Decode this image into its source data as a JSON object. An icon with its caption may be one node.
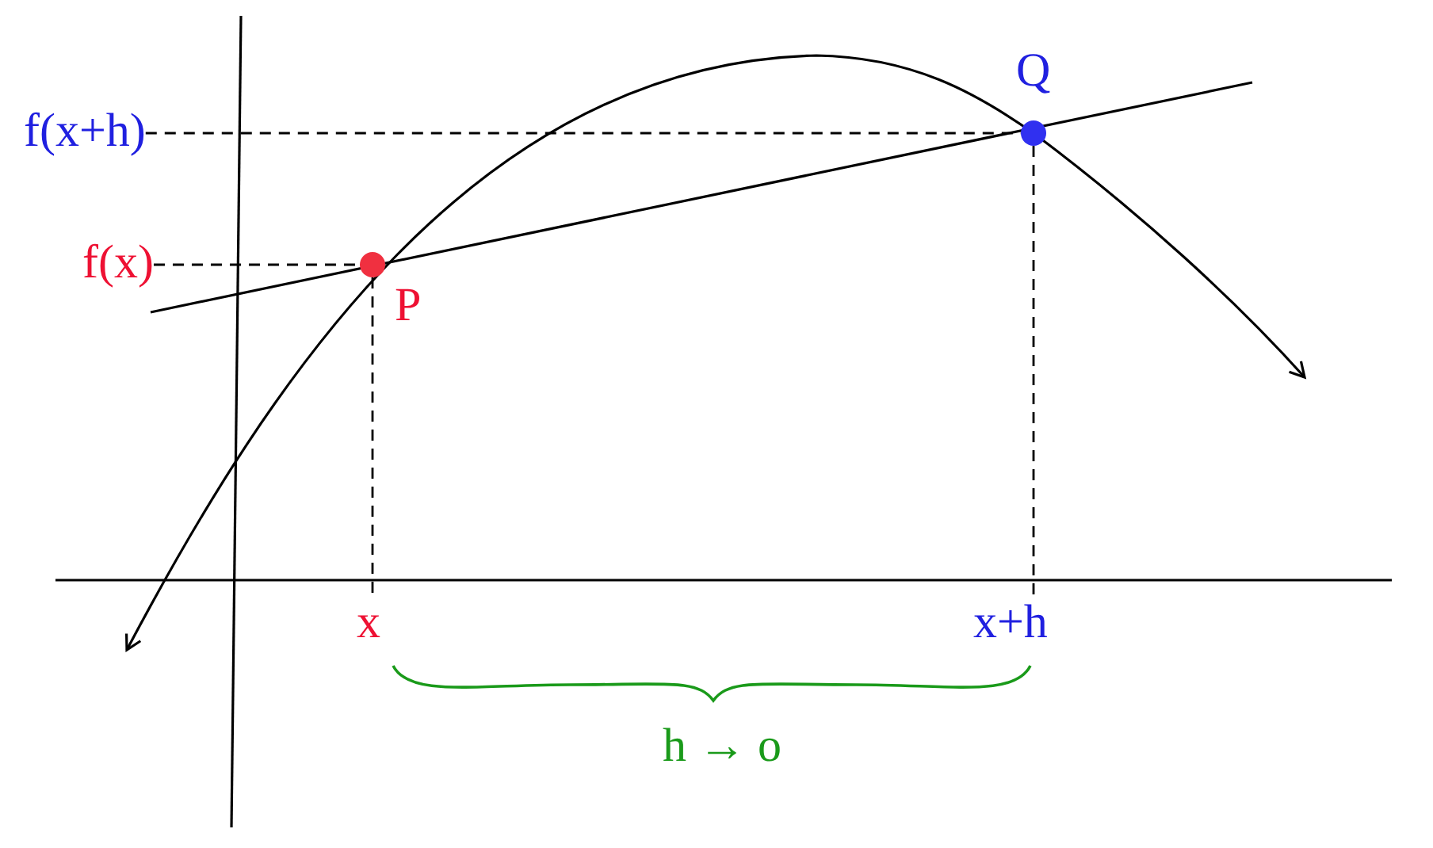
{
  "diagram": {
    "nodes": [
      {
        "text": [
          "f(x+h)"
        ]
      },
      {
        "text": [],
        "shape": "circle"
      },
      {
        "text": [
          "f(x)"
        ]
      },
      {
        "text": [],
        "shape": "circle"
      },
      {
        "text": [
          "x"
        ]
      },
      {
        "text": [
          "x+h"
        ]
      }
    ],
    "edges": [
      {
        "from": 0,
        "to": 1,
        "arrow": "none",
        "style": "dashed"
      },
      {
        "from": 2,
        "to": 3,
        "arrow": "none",
        "style": "dashed"
      },
      {
        "from": 3,
        "to": 4,
        "arrow": "none",
        "style": "dashed"
      },
      {
        "from": 1,
        "to": 5,
        "arrow": "none",
        "style": "dashed"
      }
    ],
    "labels": [
      "Q",
      "P",
      "h → o"
    ]
  }
}
